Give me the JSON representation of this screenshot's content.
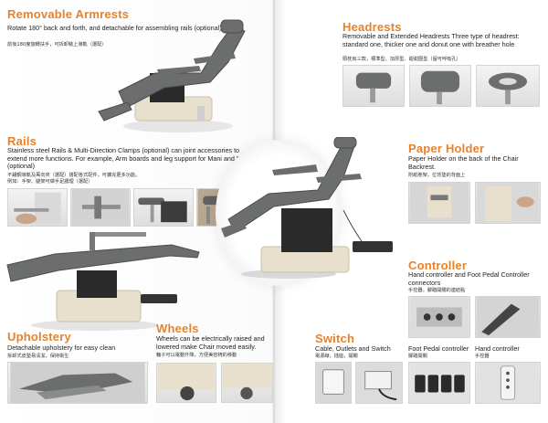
{
  "armrests": {
    "heading": "Removable Armrests",
    "desc": "Rotate 180° back and forth, and detachable for assembling rails (optional)",
    "desc_cn": "前後180度旋轉扶手，可拆卸裝上導軌（選配）"
  },
  "rails": {
    "heading": "Rails",
    "desc": "Stainless steel Rails & Multi-Direction Clamps (optional) can joint accessories to extend more functions. For example, Arm boards and leg support for Mani and Pedi (optional)",
    "desc_cn_1": "不鏽鋼導軌及萬向夾（選配）搭配各式配件，可擴充更多功能。",
    "desc_cn_2": "例如：手架、腿架可做手足護理（選配）"
  },
  "upholstery": {
    "heading": "Upholstery",
    "desc": "Detachable upholstery for easy clean",
    "desc_cn": "拆卸式皮墊易清潔，保持衛生"
  },
  "wheels": {
    "heading": "Wheels",
    "desc": "Wheels can be electrically raised and lowered make Chair moved easily.",
    "desc_cn": "輪子可以電動升降，方便美容椅的移動"
  },
  "headrests": {
    "heading": "Headrests",
    "desc": "Removable and Extended Headrests Three type of headrest: standard one, thicker one and donut one with breather hole",
    "desc_cn": "頭枕有三款，標準型、加厚型、甜甜圈型（留可呼吸孔）"
  },
  "paper_holder": {
    "heading": "Paper Holder",
    "desc": "Paper Holder on the back of the Chair Backrest.",
    "desc_cn": "附紙卷架，位背墊的背面上"
  },
  "controller": {
    "heading": "Controller",
    "desc": "Hand controller and Foot Pedal Controller connectors",
    "desc_cn": "手控器，腳踏開關的連結點",
    "foot_label": "Foot Pedal controller",
    "foot_label_cn": "腳踏開關",
    "hand_label": "Hand controller",
    "hand_label_cn": "手控器"
  },
  "switch": {
    "heading": "Switch",
    "desc": "Cable, Outlets and Switch",
    "desc_cn": "電源線，插座，開關"
  },
  "colors": {
    "heading_orange": "#e8822a",
    "upholstery_grey": "#6b6e6d",
    "base_cream": "#e8e0cc",
    "column_black": "#2a2a2a"
  }
}
